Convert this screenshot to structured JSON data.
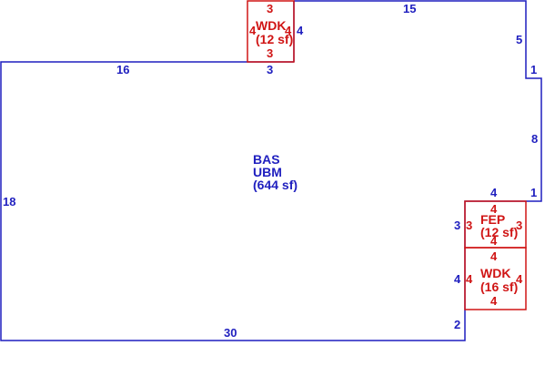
{
  "colors": {
    "main": "#1f1fbf",
    "addition": "#d01515"
  },
  "main_area": {
    "code": "BAS",
    "name": "UBM",
    "area": "(644 sf)"
  },
  "main_dims": {
    "top_left": "16",
    "top_right": "15",
    "step_a": "5",
    "step_b": "1",
    "right_mid": "8",
    "step_c": "1",
    "notch_top": "4",
    "notch_left_upper": "3",
    "notch_left_lower": "4",
    "notch_left_bottom": "2",
    "bottom": "30",
    "left": "18",
    "bump_right": "4",
    "bump_base": "3"
  },
  "wdk_top": {
    "code": "WDK",
    "area": "(12 sf)",
    "top": "3",
    "left": "4",
    "right": "4",
    "bottom": "3"
  },
  "fep": {
    "code": "FEP",
    "area": "(12 sf)",
    "top": "4",
    "left": "3",
    "right": "3",
    "bottom": "4"
  },
  "wdk_right": {
    "code": "WDK",
    "area": "(16 sf)",
    "top": "4",
    "left": "4",
    "right": "4",
    "bottom": "4"
  }
}
